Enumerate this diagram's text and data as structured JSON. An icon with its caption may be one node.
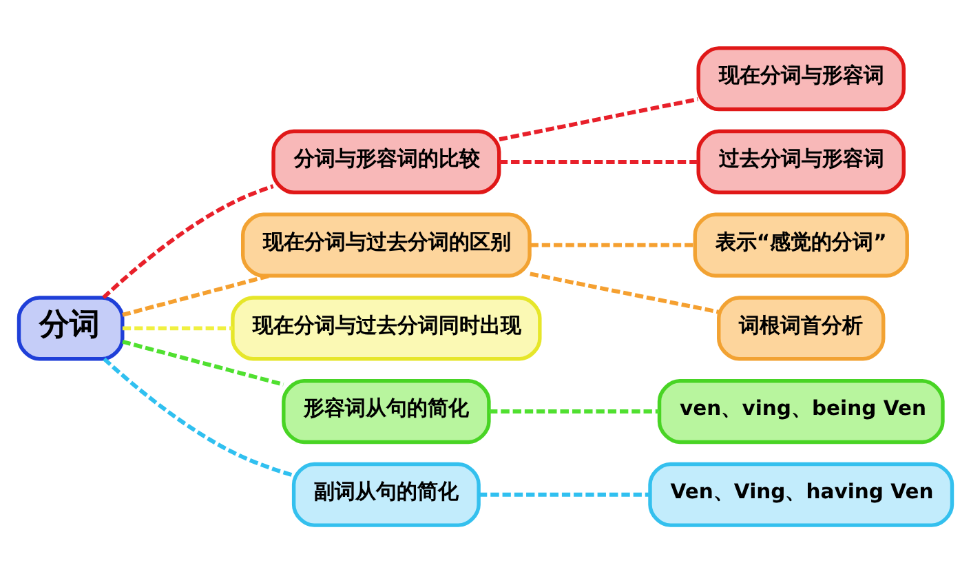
{
  "diagram": {
    "nodes": [
      {
        "text": [
          "分词"
        ]
      },
      {
        "text": [
          "分词与形容词的比较"
        ]
      },
      {
        "text": [
          "现在分词与形容词"
        ]
      },
      {
        "text": [
          "过去分词与形容词"
        ]
      },
      {
        "text": [
          "现在分词与过去分词的区别"
        ]
      },
      {
        "text": [
          "表示“感觉的分词”"
        ]
      },
      {
        "text": [
          "词根词首分析"
        ]
      },
      {
        "text": [
          "现在分词与过去分词同时出现"
        ]
      },
      {
        "text": [
          "形容词从句的简化"
        ]
      },
      {
        "text": [
          "ven、ving、being Ven"
        ]
      },
      {
        "text": [
          "副词从句的简化"
        ]
      },
      {
        "text": [
          "Ven、Ving、having Ven"
        ]
      }
    ],
    "edges": [
      {
        "from": 0,
        "to": 1,
        "arrow": "none",
        "style": "dashed",
        "color": "#e8202a"
      },
      {
        "from": 1,
        "to": 2,
        "arrow": "none",
        "style": "dashed",
        "color": "#e8202a"
      },
      {
        "from": 1,
        "to": 3,
        "arrow": "none",
        "style": "dashed",
        "color": "#e8202a"
      },
      {
        "from": 0,
        "to": 4,
        "arrow": "none",
        "style": "dashed",
        "color": "#f5a030"
      },
      {
        "from": 4,
        "to": 5,
        "arrow": "none",
        "style": "dashed",
        "color": "#f5a030"
      },
      {
        "from": 4,
        "to": 6,
        "arrow": "none",
        "style": "dashed",
        "color": "#f5a030"
      },
      {
        "from": 0,
        "to": 7,
        "arrow": "none",
        "style": "dashed",
        "color": "#f0f040"
      },
      {
        "from": 0,
        "to": 8,
        "arrow": "none",
        "style": "dashed",
        "color": "#50e030"
      },
      {
        "from": 8,
        "to": 9,
        "arrow": "none",
        "style": "dashed",
        "color": "#50e030"
      },
      {
        "from": 0,
        "to": 10,
        "arrow": "none",
        "style": "dashed",
        "color": "#30c0f0"
      },
      {
        "from": 10,
        "to": 11,
        "arrow": "none",
        "style": "dashed",
        "color": "#30c0f0"
      }
    ]
  }
}
